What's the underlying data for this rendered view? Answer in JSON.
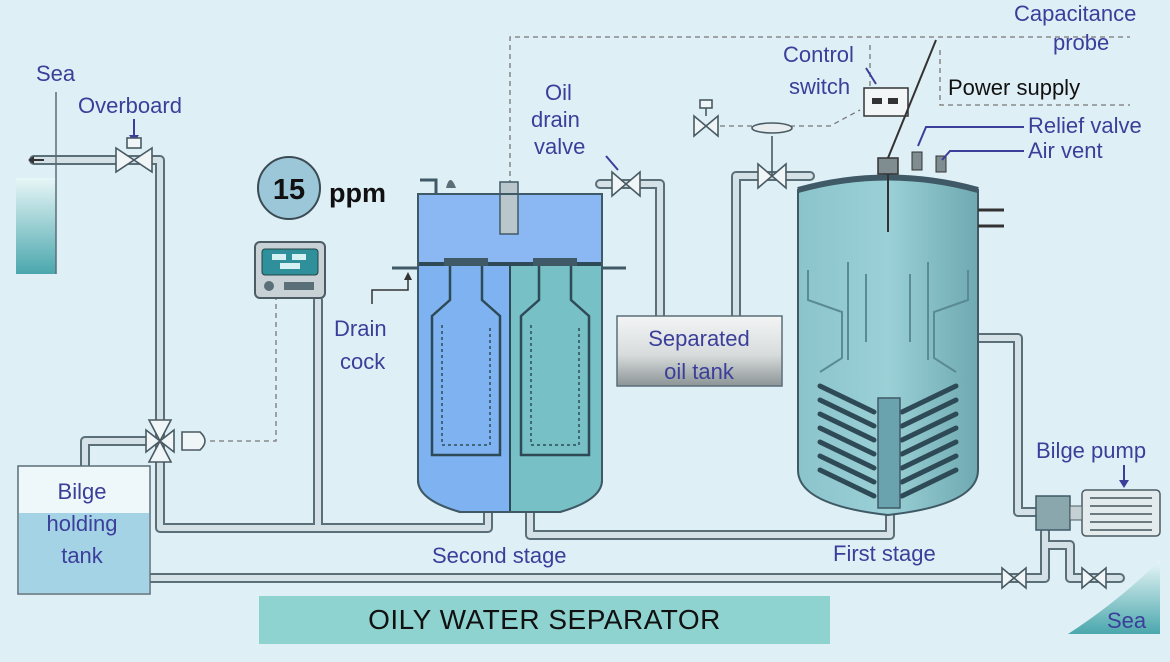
{
  "title": "OILY WATER SEPARATOR",
  "labels": {
    "sea_top": "Sea",
    "overboard": "Overboard",
    "ppm_value": "15",
    "ppm_unit": "ppm",
    "oil_drain_valve": [
      "Oil",
      "drain",
      "valve"
    ],
    "drain_cock": [
      "Drain",
      "cock"
    ],
    "control_switch": [
      "Control",
      "switch"
    ],
    "capacitance_probe": [
      "Capacitance",
      "probe"
    ],
    "power_supply": "Power supply",
    "relief_valve": "Relief valve",
    "air_vent": "Air vent",
    "separated_oil_tank": [
      "Separated",
      "oil tank"
    ],
    "bilge_holding_tank": [
      "Bilge",
      "holding",
      "tank"
    ],
    "second_stage": "Second stage",
    "first_stage": "First stage",
    "bilge_pump": "Bilge pump",
    "sea_bottom": "Sea"
  },
  "colors": {
    "background": "#dfeff6",
    "pipe": "#c9d9df",
    "pipe_edge": "#5a6f78",
    "second_stage_water": "#6ea8ee",
    "first_stage_water": "#73b7c0",
    "label": "#3b3f9a",
    "title_bar": "#8fd3d0"
  }
}
